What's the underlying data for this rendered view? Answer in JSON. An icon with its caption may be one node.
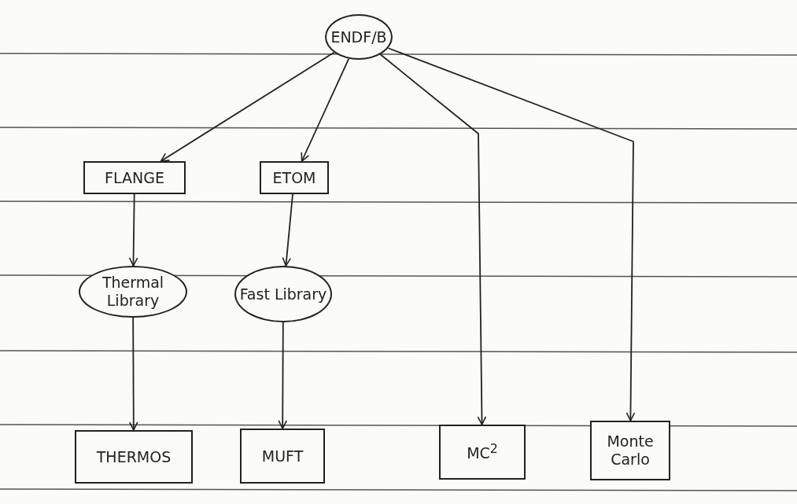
{
  "diagram": {
    "nodes": [
      {
        "text": [
          "ENDF/B"
        ]
      },
      {
        "text": [
          "FLANGE"
        ]
      },
      {
        "text": [
          "ETOM"
        ]
      },
      {
        "text": [
          "Thermal Library"
        ]
      },
      {
        "text": [
          "Fast Library"
        ]
      },
      {
        "text": [
          "THERMOS"
        ]
      },
      {
        "text": [
          "MUFT"
        ]
      },
      {
        "text": [
          "MC$^{2}$"
        ]
      },
      {
        "text": [
          "Monte Carlo"
        ]
      }
    ],
    "edges": [
      {
        "from": 0,
        "to": 1,
        "arrow": "to"
      },
      {
        "from": 0,
        "to": 2,
        "arrow": "to"
      },
      {
        "from": 0,
        "to": 7,
        "arrow": "to"
      },
      {
        "from": 0,
        "to": 8,
        "arrow": "to"
      },
      {
        "from": 1,
        "to": 3,
        "arrow": "to"
      },
      {
        "from": 2,
        "to": 4,
        "arrow": "to"
      },
      {
        "from": 3,
        "to": 5,
        "arrow": "to"
      },
      {
        "from": 4,
        "to": 6,
        "arrow": "to"
      }
    ]
  }
}
